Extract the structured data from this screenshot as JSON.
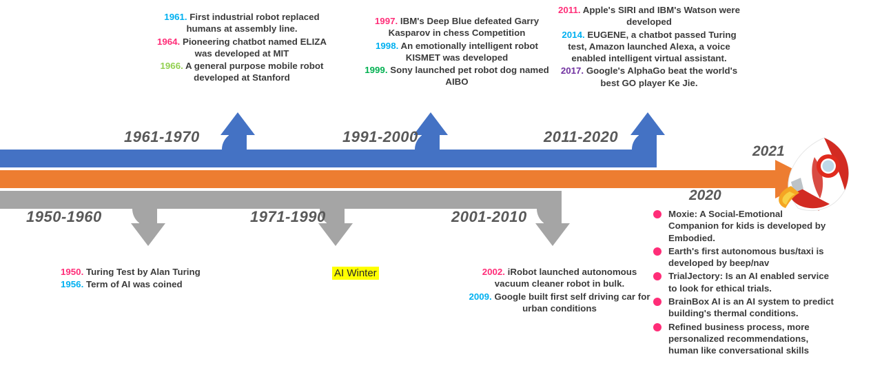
{
  "colors": {
    "blue_bar": "#4472C4",
    "orange_bar": "#ED7D31",
    "gray_bar": "#A5A5A5",
    "year_cyan": "#00B0F0",
    "year_pink": "#FF2D78",
    "year_green": "#92D050",
    "year_teal": "#00B050",
    "year_purple": "#7030A0",
    "bullet_pink": "#FF2D78",
    "highlight_yellow": "#FFFF00",
    "label_gray": "#595959"
  },
  "eras": {
    "e1950_1960": "1950-1960",
    "e1961_1970": "1961-1970",
    "e1971_1990": "1971-1990",
    "e1991_2000": "1991-2000",
    "e2001_2010": "2001-2010",
    "e2011_2020": "2011-2020",
    "y2020": "2020",
    "y2021": "2021"
  },
  "ai_winter": "AI Winter",
  "groups": {
    "g1950_1960": [
      {
        "year": "1950.",
        "color": "#FF2D78",
        "text": "Turing Test by Alan Turing"
      },
      {
        "year": "1956.",
        "color": "#00B0F0",
        "text": "Term of AI was coined"
      }
    ],
    "g1961_1970": [
      {
        "year": "1961.",
        "color": "#00B0F0",
        "text": "First industrial robot replaced humans at assembly line."
      },
      {
        "year": "1964.",
        "color": "#FF2D78",
        "text": "Pioneering chatbot named ELIZA was developed at MIT"
      },
      {
        "year": "1966.",
        "color": "#92D050",
        "text": "A general purpose mobile robot developed at Stanford"
      }
    ],
    "g1991_2000": [
      {
        "year": "1997.",
        "color": "#FF2D78",
        "text": "IBM's Deep Blue defeated Garry Kasparov in chess Competition"
      },
      {
        "year": "1998.",
        "color": "#00B0F0",
        "text": "An emotionally intelligent robot KISMET was developed"
      },
      {
        "year": "1999.",
        "color": "#00B050",
        "text": "Sony launched pet robot dog named AIBO"
      }
    ],
    "g2001_2010": [
      {
        "year": "2002.",
        "color": "#FF2D78",
        "text": "iRobot launched autonomous vacuum cleaner robot in bulk."
      },
      {
        "year": "2009.",
        "color": "#00B0F0",
        "text": "Google built first self driving car for urban conditions"
      }
    ],
    "g2011_2020": [
      {
        "year": "2011.",
        "color": "#FF2D78",
        "text": "Apple's SIRI and IBM's Watson were developed"
      },
      {
        "year": "2014.",
        "color": "#00B0F0",
        "text": "EUGENE, a chatbot passed Turing test, Amazon launched Alexa, a voice enabled intelligent virtual assistant."
      },
      {
        "year": "2017.",
        "color": "#7030A0",
        "text": "Google's AlphaGo beat the world's best GO player Ke Jie."
      }
    ],
    "g2020_bullets": [
      "Moxie: A Social-Emotional Companion for kids is developed by Embodied.",
      "Earth's first autonomous bus/taxi is developed by beep/nav",
      "TrialJectory: Is an AI enabled service to look for ethical trials.",
      "BrainBox AI is an AI system to predict building's thermal conditions.",
      "Refined business process, more personalized recommendations, human like conversational skills"
    ]
  }
}
